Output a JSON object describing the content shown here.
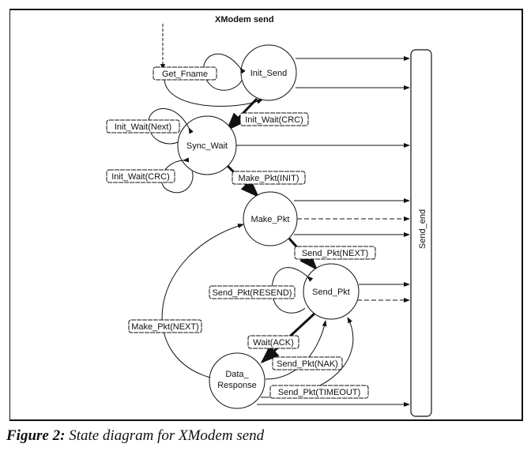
{
  "diagram": {
    "title": "XModem send",
    "states": {
      "init_send": "Init_Send",
      "sync_wait": "Sync_Wait",
      "make_pkt": "Make_Pkt",
      "send_pkt": "Send_Pkt",
      "data_response_line1": "Data_",
      "data_response_line2": "Response",
      "send_end": "Send_end"
    },
    "transitions": {
      "get_fname": "Get_Fname",
      "init_wait_crc_1": "Init_Wait(CRC)",
      "init_wait_next": "Init_Wait(Next)",
      "init_wait_crc_2": "Init_Wait(CRC)",
      "make_pkt_init": "Make_Pkt(INIT)",
      "send_pkt_next": "Send_Pkt(NEXT)",
      "send_pkt_resend": "Send_Pkt(RESEND)",
      "make_pkt_next": "Make_Pkt(NEXT)",
      "wait_ack": "Wait(ACK)",
      "send_pkt_nak": "Send_Pkt(NAK)",
      "send_pkt_timeout": "Send_Pkt(TIMEOUT)"
    }
  },
  "caption": {
    "label": "Figure 2:",
    "text": "State diagram for XModem send"
  }
}
